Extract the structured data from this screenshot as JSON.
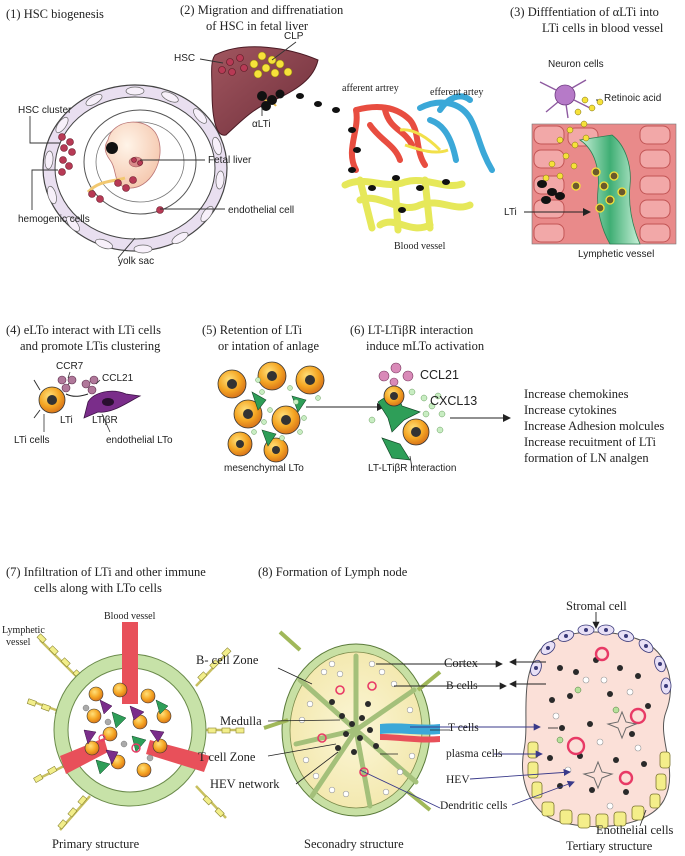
{
  "steps": {
    "s1": "(1) HSC biogenesis",
    "s2_l1": "(2) Migration and diffrenatiation",
    "s2_l2": "of  HSC in fetal liver",
    "s3_l1": "(3) Difffentiation of  αLTi into",
    "s3_l2": "LTi cells in blood vessel",
    "s4_l1": "(4) eLTo interact with LTi cells",
    "s4_l2": "and promote LTis clustering",
    "s5_l1": "(5) Retention of LTi",
    "s5_l2": "or intation of anlage",
    "s6_l1": "(6) LT-LTiβR interaction",
    "s6_l2": "induce mLTo activation",
    "s7_l1": "(7) Infiltration of LTi and other immune",
    "s7_l2": "cells along with LTo cells",
    "s8": "(8) Formation of Lymph node"
  },
  "panel1": {
    "hsc_cluster": "HSC cluster",
    "fetal_liver": "Fetal liver",
    "endothelial_cell": "endothelial cell",
    "hemogenic_cells": "hemogenic cells",
    "yolk_sac": "yolk sac"
  },
  "panel2": {
    "clp": "CLP",
    "hsc": "HSC",
    "alti": "αLTi",
    "afferent": "afferent artrey",
    "efferent": "efferent artey",
    "blood_vessel": "Blood vessel"
  },
  "panel3": {
    "neuron": "Neuron cells",
    "retinoic": "Retinoic acid",
    "lti": "LTi",
    "lymphatic": "Lymphetic vessel"
  },
  "panel4": {
    "ccr7": "CCR7",
    "ccl21": "CCL21",
    "lti": "LTi",
    "ltibr": "LTiβR",
    "lti_cells": "LTi cells",
    "endothelial_lto": "endothelial LTo"
  },
  "panel5": {
    "mesenchymal": "mesenchymal LTo"
  },
  "panel6": {
    "ccl21": "CCL21",
    "cxcl13": "CXCL13",
    "interaction": "LT-LTiβR interaction",
    "effects": [
      "Increase chemokines",
      "Increase cytokines",
      "Increase Adhesion molcules",
      "Increase recuitment of LTi",
      "formation of LN analgen"
    ]
  },
  "panel7": {
    "lymphatic": "Lymphetic",
    "vessel": "vessel",
    "blood_vessel": "Blood vessel",
    "primary": "Primary structure"
  },
  "panel8": {
    "b_zone": "B- cell Zone",
    "medulla": "Medulla",
    "t_zone": "T cell Zone",
    "hev_network": "HEV network",
    "cortex": "Cortex",
    "b_cells": "B cells",
    "t_cells": "T cells",
    "plasma": "plasma cells",
    "hev": "HEV",
    "dendritic": "Dendritic cells",
    "stromal": "Stromal cell",
    "enothelial": "Enothelial cells",
    "secondary": "Seconadry structure",
    "tertiary": "Tertiary structure"
  }
}
